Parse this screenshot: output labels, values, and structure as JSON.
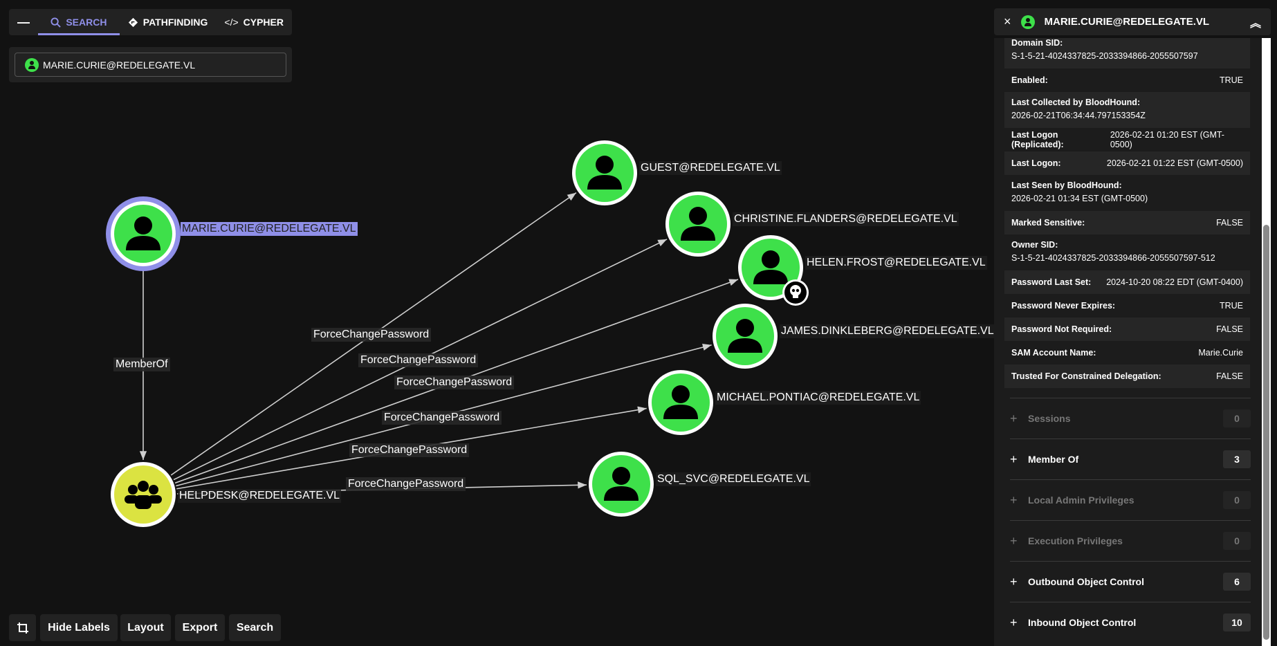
{
  "toolbar": {
    "tabs": [
      {
        "label": "SEARCH",
        "icon": "search-icon"
      },
      {
        "label": "PATHFINDING",
        "icon": "pathfinding-icon"
      },
      {
        "label": "CYPHER",
        "icon": "code-icon"
      }
    ],
    "active": "SEARCH"
  },
  "search": {
    "value": "MARIE.CURIE@REDELEGATE.VL"
  },
  "graph": {
    "nodes": [
      {
        "id": "marie",
        "label": "MARIE.CURIE@REDELEGATE.VL",
        "type": "user",
        "selected": true
      },
      {
        "id": "helpdesk",
        "label": "HELPDESK@REDELEGATE.VL",
        "type": "group"
      },
      {
        "id": "guest",
        "label": "GUEST@REDELEGATE.VL",
        "type": "user"
      },
      {
        "id": "christine",
        "label": "CHRISTINE.FLANDERS@REDELEGATE.VL",
        "type": "user"
      },
      {
        "id": "helen",
        "label": "HELEN.FROST@REDELEGATE.VL",
        "type": "user",
        "owned": true
      },
      {
        "id": "james",
        "label": "JAMES.DINKLEBERG@REDELEGATE.VL",
        "type": "user"
      },
      {
        "id": "michael",
        "label": "MICHAEL.PONTIAC@REDELEGATE.VL",
        "type": "user"
      },
      {
        "id": "sqlsvc",
        "label": "SQL_SVC@REDELEGATE.VL",
        "type": "user"
      }
    ],
    "edges": [
      {
        "from": "marie",
        "to": "helpdesk",
        "label": "MemberOf"
      },
      {
        "from": "helpdesk",
        "to": "guest",
        "label": "ForceChangePassword"
      },
      {
        "from": "helpdesk",
        "to": "christine",
        "label": "ForceChangePassword"
      },
      {
        "from": "helpdesk",
        "to": "helen",
        "label": "ForceChangePassword"
      },
      {
        "from": "helpdesk",
        "to": "james",
        "label": "ForceChangePassword"
      },
      {
        "from": "helpdesk",
        "to": "michael",
        "label": "ForceChangePassword"
      },
      {
        "from": "helpdesk",
        "to": "sqlsvc",
        "label": "ForceChangePassword"
      }
    ],
    "colors": {
      "user": "#3ee04a",
      "group": "#dbe341",
      "selected_ring": "#8f8fe8",
      "edge": "#cfcfcf"
    }
  },
  "bottom": {
    "hide_labels": "Hide Labels",
    "layout": "Layout",
    "export": "Export",
    "search": "Search"
  },
  "entity_panel": {
    "title": "MARIE.CURIE@REDELEGATE.VL",
    "properties": [
      {
        "k": "Domain SID:",
        "v": "S-1-5-21-4024337825-2033394866-2055507597",
        "two": true
      },
      {
        "k": "Enabled:",
        "v": "TRUE"
      },
      {
        "k": "Last Collected by BloodHound:",
        "v": "2026-02-21T06:34:44.797153354Z",
        "two": true
      },
      {
        "k": "Last Logon (Replicated):",
        "v": "2026-02-21 01:20 EST (GMT-0500)"
      },
      {
        "k": "Last Logon:",
        "v": "2026-02-21 01:22 EST (GMT-0500)"
      },
      {
        "k": "Last Seen by BloodHound:",
        "v": "2026-02-21 01:34 EST (GMT-0500)",
        "two": true
      },
      {
        "k": "Marked Sensitive:",
        "v": "FALSE"
      },
      {
        "k": "Owner SID:",
        "v": "S-1-5-21-4024337825-2033394866-2055507597-512",
        "two": true
      },
      {
        "k": "Password Last Set:",
        "v": "2024-10-20 08:22 EDT (GMT-0400)"
      },
      {
        "k": "Password Never Expires:",
        "v": "TRUE"
      },
      {
        "k": "Password Not Required:",
        "v": "FALSE"
      },
      {
        "k": "SAM Account Name:",
        "v": "Marie.Curie"
      },
      {
        "k": "Trusted For Constrained Delegation:",
        "v": "FALSE"
      }
    ],
    "sections": [
      {
        "label": "Sessions",
        "count": "0",
        "dim": true
      },
      {
        "label": "Member Of",
        "count": "3"
      },
      {
        "label": "Local Admin Privileges",
        "count": "0",
        "dim": true
      },
      {
        "label": "Execution Privileges",
        "count": "0",
        "dim": true
      },
      {
        "label": "Outbound Object Control",
        "count": "6"
      },
      {
        "label": "Inbound Object Control",
        "count": "10"
      }
    ]
  }
}
